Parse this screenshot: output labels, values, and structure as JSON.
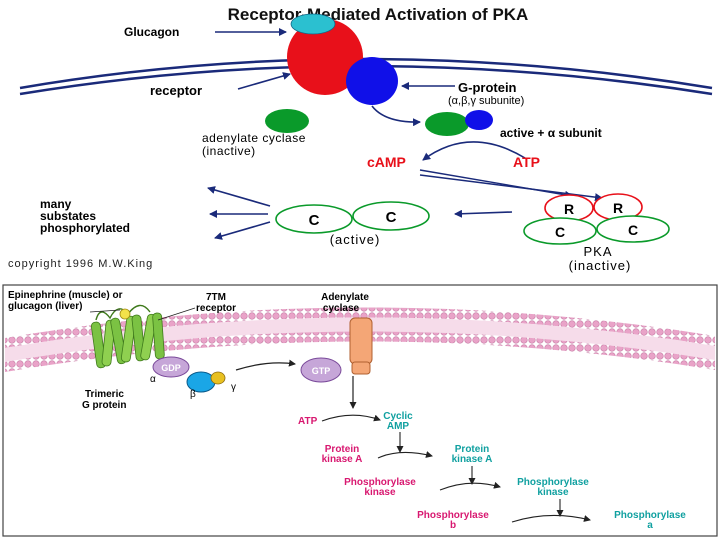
{
  "top": {
    "title": "Receptor-Mediated Activation of PKA",
    "labels": {
      "glucagon": "Glucagon",
      "receptor": "receptor",
      "g_protein": "G-protein",
      "g_subunits": "(α,β,γ subunite)",
      "adenylate_cyclase": "adenylate cyclase",
      "inactive_paren": "(inactive)",
      "active_alpha": "active + α subunit",
      "camp": "cAMP",
      "atp": "ATP",
      "many": "many",
      "substates": "substates",
      "phosphorylated": "phosphorylated",
      "c_letter": "C",
      "r_letter": "R",
      "active_paren": "(active)",
      "pka": "PKA",
      "pka_inactive": "(inactive)",
      "copyright": "copyright 1996 M.W.King"
    }
  },
  "bottom": {
    "labels": {
      "epi_line1": "Epinephrine (muscle) or",
      "epi_line2": "glucagon (liver)",
      "tm_line1": "7TM",
      "tm_line2": "receptor",
      "ac_line1": "Adenylate",
      "ac_line2": "cyclase",
      "gdp": "GDP",
      "gtp": "GTP",
      "alpha": "α",
      "beta": "β",
      "gamma": "γ",
      "trimeric_line1": "Trimeric",
      "trimeric_line2": "G protein",
      "atp": "ATP",
      "cyclic_line1": "Cyclic",
      "cyclic_line2": "AMP",
      "pk_left_line1": "Protein",
      "pk_left_line2": "kinase A",
      "pk_right_line1": "Protein",
      "pk_right_line2": "kinase A",
      "phk_left_line1": "Phosphorylase",
      "phk_left_line2": "kinase",
      "phk_right_line1": "Phosphorylase",
      "phk_right_line2": "kinase",
      "ph_b_line1": "Phosphorylase",
      "ph_b_line2": "b",
      "ph_a_line1": "Phosphorylase",
      "ph_a_line2": "a"
    }
  },
  "colors": {
    "receptor_red": "#e8101a",
    "glucagon_cyan": "#2bc0d0",
    "gprotein_blue": "#1010e8",
    "cyclase_green": "#0a9a2a",
    "pink_label": "#d81870",
    "cyan_label": "#10a0a0",
    "membrane_pink": "#e9a3c8",
    "membrane_green": "#7bc243",
    "membrane_inner": "#f6dcea"
  }
}
